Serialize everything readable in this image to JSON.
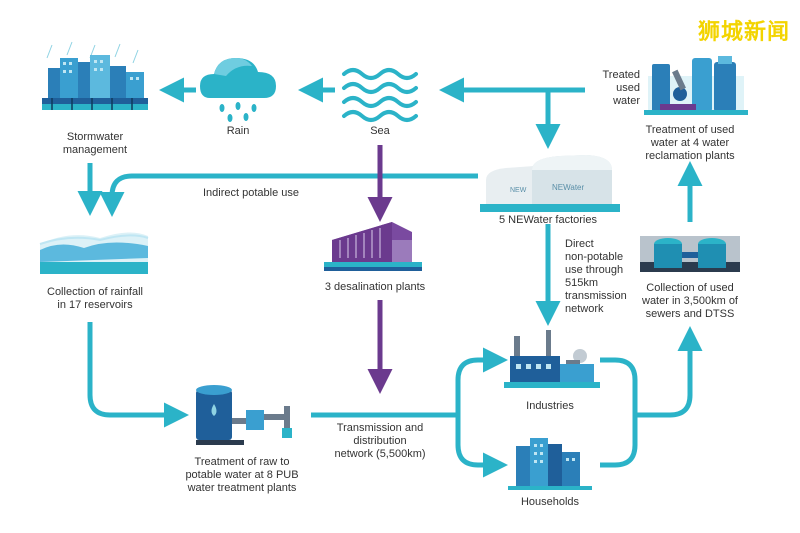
{
  "watermark": "狮城新闻",
  "nodes": {
    "stormwater": "Stormwater\nmanagement",
    "rain": "Rain",
    "sea": "Sea",
    "treated_used_water": "Treated\nused\nwater",
    "reclamation": "Treatment of used\nwater at 4 water\nreclamation plants",
    "newater": "5 NEWater factories",
    "desalination": "3 desalination plants",
    "reservoirs": "Collection of rainfall\nin 17 reservoirs",
    "collection_used": "Collection of used\nwater in 3,500km of\nsewers and DTSS",
    "industries": "Industries",
    "households": "Households",
    "treatment_raw": "Treatment of raw to\npotable water at 8 PUB\nwater treatment plants"
  },
  "flows": {
    "indirect_potable": "Indirect potable use",
    "direct_nonpotable": "Direct\nnon-potable\nuse through\n515km\ntransmission\nnetwork",
    "transmission": "Transmission and\ndistribution\nnetwork (5,500km)"
  },
  "newater_tank_text": "NEWater",
  "colors": {
    "teal": "#2bb3c8",
    "purple": "#6b3a8e",
    "dark_blue": "#1f5f9a",
    "navy": "#2b3b4e",
    "watermark": "#f3d400"
  }
}
